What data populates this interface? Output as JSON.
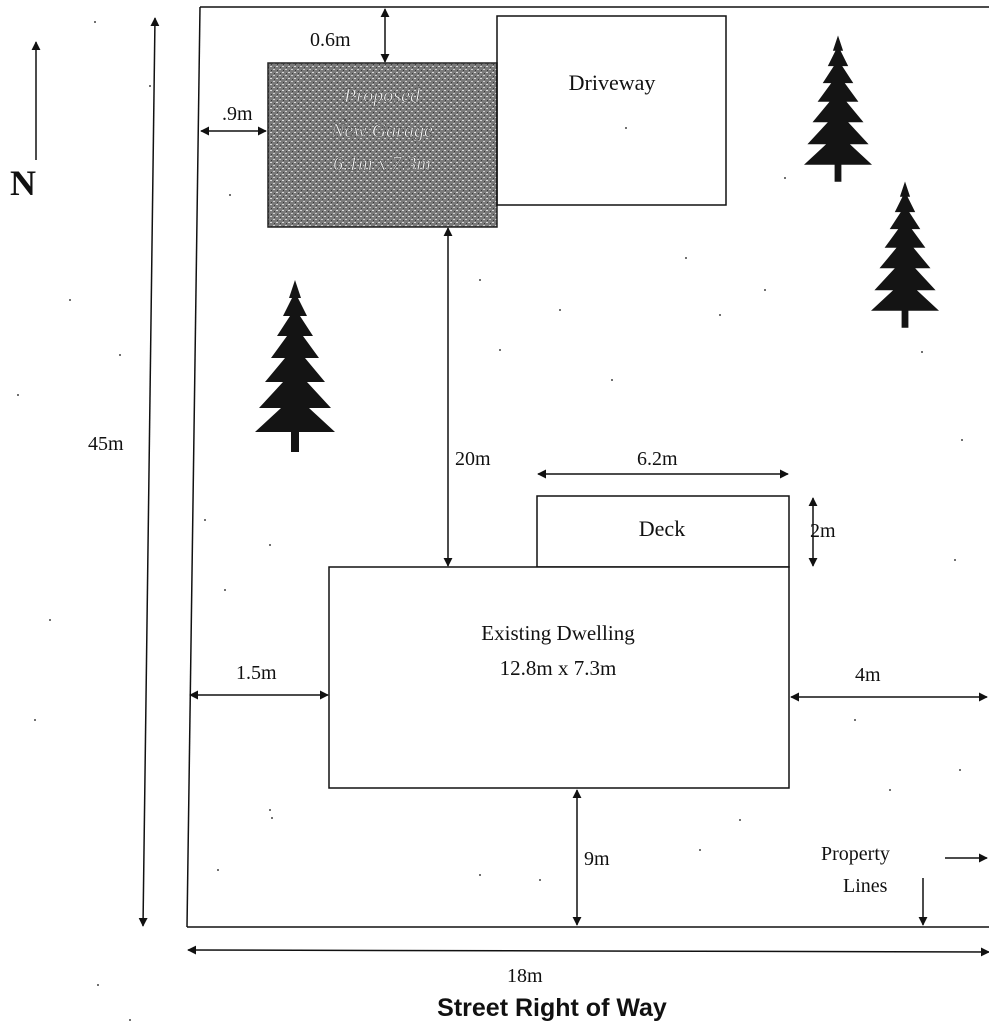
{
  "compass": {
    "label": "N"
  },
  "dimensions": {
    "lot_depth": "45m",
    "lot_width": "18m",
    "garage_north_setback": "0.6m",
    "garage_west_setback": ".9m",
    "garage_to_dwelling": "20m",
    "deck_width": "6.2m",
    "deck_depth": "2m",
    "dwelling_west_setback": "1.5m",
    "dwelling_east_setback": "4m",
    "dwelling_front_setback": "9m"
  },
  "structures": {
    "garage": {
      "line1": "Proposed",
      "line2": "New Garage",
      "line3": "6.1m x 7.3m"
    },
    "driveway": {
      "label": "Driveway"
    },
    "deck": {
      "label": "Deck"
    },
    "dwelling": {
      "line1": "Existing Dwelling",
      "line2": "12.8m x 7.3m"
    }
  },
  "notes": {
    "property_lines_1": "Property",
    "property_lines_2": "Lines",
    "street": "Street Right of Way"
  },
  "colors": {
    "line": "#111111",
    "garage_fill": "#6e6e6e",
    "tree": "#141414"
  }
}
